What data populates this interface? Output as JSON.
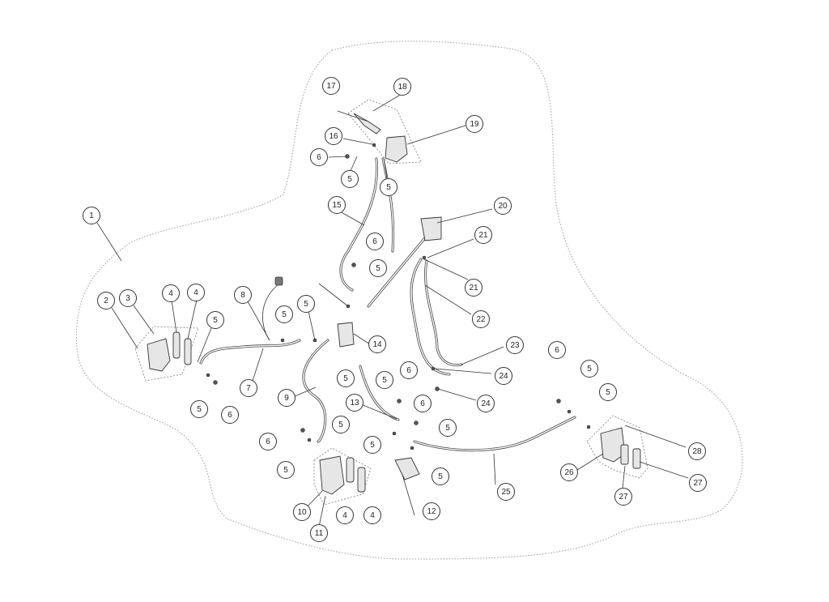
{
  "diagram": {
    "callouts": [
      {
        "label": "1"
      },
      {
        "label": "2"
      },
      {
        "label": "3"
      },
      {
        "label": "4"
      },
      {
        "label": "4"
      },
      {
        "label": "5"
      },
      {
        "label": "8"
      },
      {
        "label": "5"
      },
      {
        "label": "5"
      },
      {
        "label": "5"
      },
      {
        "label": "6"
      },
      {
        "label": "7"
      },
      {
        "label": "14"
      },
      {
        "label": "9"
      },
      {
        "label": "5"
      },
      {
        "label": "17"
      },
      {
        "label": "18"
      },
      {
        "label": "19"
      },
      {
        "label": "16"
      },
      {
        "label": "6"
      },
      {
        "label": "5"
      },
      {
        "label": "5"
      },
      {
        "label": "15"
      },
      {
        "label": "20"
      },
      {
        "label": "6"
      },
      {
        "label": "5"
      },
      {
        "label": "21"
      },
      {
        "label": "21"
      },
      {
        "label": "22"
      },
      {
        "label": "23"
      },
      {
        "label": "24"
      },
      {
        "label": "24"
      },
      {
        "label": "5"
      },
      {
        "label": "6"
      },
      {
        "label": "13"
      },
      {
        "label": "6"
      },
      {
        "label": "5"
      },
      {
        "label": "5"
      },
      {
        "label": "5"
      },
      {
        "label": "6"
      },
      {
        "label": "5"
      },
      {
        "label": "5"
      },
      {
        "label": "10"
      },
      {
        "label": "11"
      },
      {
        "label": "4"
      },
      {
        "label": "4"
      },
      {
        "label": "12"
      },
      {
        "label": "25"
      },
      {
        "label": "6"
      },
      {
        "label": "5"
      },
      {
        "label": "5"
      },
      {
        "label": "28"
      },
      {
        "label": "26"
      },
      {
        "label": "27"
      },
      {
        "label": "27"
      }
    ]
  }
}
